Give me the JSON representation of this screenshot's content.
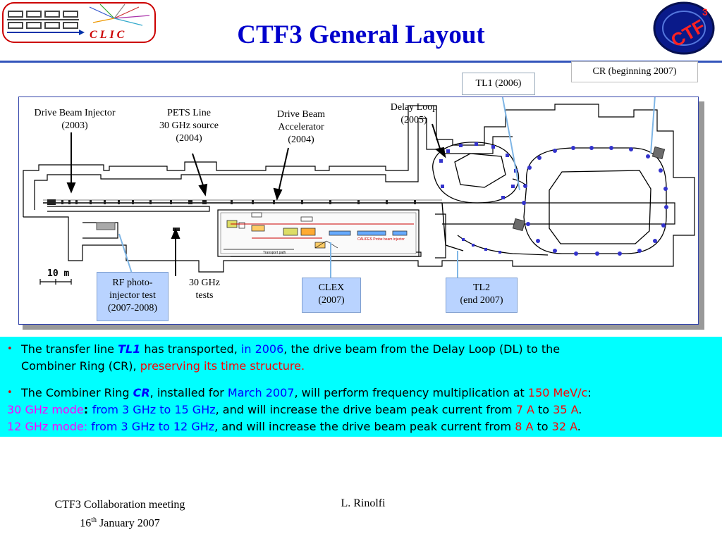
{
  "header": {
    "title": "CTF3 General Layout",
    "clic_logo_text": "CLIC"
  },
  "diagram": {
    "labels": {
      "drive_beam_injector": [
        "Drive Beam Injector",
        "(2003)"
      ],
      "pets_line": [
        "PETS Line",
        "30 GHz source",
        "(2004)"
      ],
      "drive_beam_accelerator": [
        "Drive Beam",
        "Accelerator",
        "(2004)"
      ],
      "delay_loop": [
        "Delay Loop",
        "(2005)"
      ],
      "tl1": "TL1 (2006)",
      "cr": "CR (beginning 2007)",
      "rf_photo_injector": [
        "RF photo-",
        "injector test",
        "(2007-2008)"
      ],
      "tests_30ghz": [
        "30 GHz",
        "tests"
      ],
      "clex": [
        "CLEX",
        "(2007)"
      ],
      "tl2": [
        "TL2",
        "(end 2007)"
      ]
    },
    "scale_bar": "10 m",
    "small_labels": {
      "califes": "CALIFES Probe beam injector",
      "transport_path": "Transport path"
    }
  },
  "bullets": {
    "b1": {
      "t1": "The transfer line ",
      "t2": "TL1",
      "t3": " has transported, ",
      "t4": "in 2006",
      "t5": ", the drive beam from the Delay Loop (DL) to the",
      "t6": "Combiner Ring  (CR), ",
      "t7": "preserving its time structure."
    },
    "b2": {
      "t1": "The Combiner Ring ",
      "t2": "CR",
      "t3": ", installed for ",
      "t4": "March 2007",
      "t5": ", will perform frequency multiplication at ",
      "t6": "150 MeV/c",
      "t7": ":"
    },
    "b3": {
      "t1": "30 GHz mode",
      "t2": ": ",
      "t3": "from 3 GHz to 15 GHz",
      "t4": ", and will increase the drive beam peak current from ",
      "t5": "7 A",
      "t6": " to ",
      "t7": "35 A",
      "t8": "."
    },
    "b4": {
      "t1": "12 GHz mode: ",
      "t2": "from 3 GHz to 12 GHz",
      "t3": ", and will increase the drive beam peak current from ",
      "t4": "8 A",
      "t5": " to ",
      "t6": "32 A",
      "t7": "."
    }
  },
  "footer": {
    "meeting": "CTF3 Collaboration meeting",
    "date_day": "16",
    "date_sup": "th",
    "date_rest": " January 2007",
    "author": "L. Rinolfi"
  },
  "colors": {
    "title_blue": "#0000cc",
    "bullet_bg": "#00ffff",
    "label_box_blue": "#b9d3ff",
    "beamline_magnet": "#3333cc"
  }
}
